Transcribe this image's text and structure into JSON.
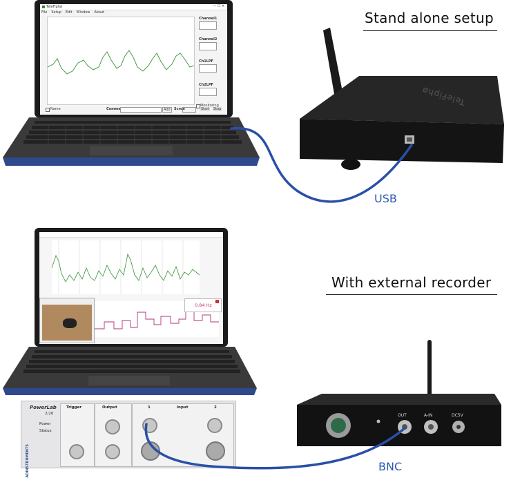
{
  "setups": [
    {
      "title": "Stand alone setup",
      "cable_label": "USB"
    },
    {
      "title": "With external recorder",
      "cable_label": "BNC"
    }
  ],
  "app1": {
    "window_title": "TeleFiphø",
    "menu": [
      "File",
      "Setup",
      "Edit",
      "Window",
      "About"
    ],
    "channels": [
      "Channel1",
      "Channel2",
      "Ch1LPF",
      "Ch2LPF"
    ],
    "checkbox_left": "Name",
    "comment_label": "Comment",
    "add_label": "Add",
    "scroll_label": "Scroll",
    "monitoring_label": "Monitoring",
    "start_label": "Start",
    "stop_label": "Stop"
  },
  "app2": {
    "rate_value": "0.84 Hz"
  },
  "device1": {
    "brand": "TeleFiphø"
  },
  "powerlab": {
    "brand": "PowerLab",
    "model": "2/26",
    "maker": "ADINSTRUMENTS",
    "sections": [
      "Trigger",
      "Output",
      "Input"
    ],
    "inputs": [
      "1",
      "2"
    ],
    "power_label": "Power",
    "status_label": "Status"
  },
  "device2": {
    "ports": [
      "OUT",
      "A-IN",
      "DC5V"
    ]
  },
  "colors": {
    "cable": "#2a4fa8",
    "trace_green": "#4a9a4a",
    "trace_magenta": "#b0307a",
    "device_body": "#1c1c1c",
    "laptop_trim": "#2e4a8c"
  }
}
